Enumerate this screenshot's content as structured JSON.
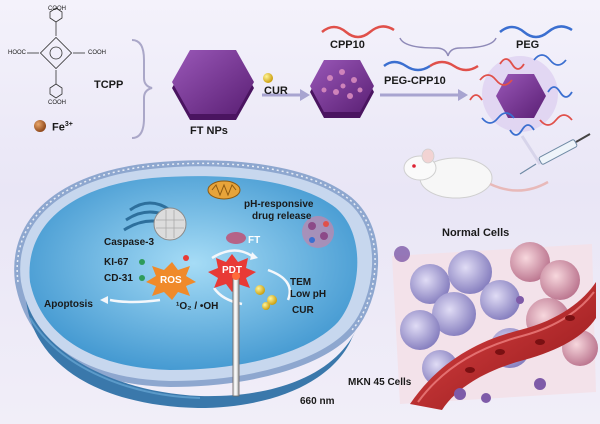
{
  "top": {
    "tcpp_label": "TCPP",
    "fe_label": "Fe",
    "fe_charge": "3+",
    "cooh_label": "COOH",
    "hooc_label": "HOOC",
    "ftnps_label": "FT NPs",
    "cur_label": "CUR",
    "cpp10_label": "CPP10",
    "peg_label": "PEG",
    "pegcpp10_label": "PEG-CPP10"
  },
  "cell": {
    "ph_label_line1": "pH-responsive",
    "ph_label_line2": "drug release",
    "ft_label": "FT",
    "pdt_label": "PDT",
    "ros_label": "ROS",
    "caspase_label": "Caspase-3",
    "ki67_label": "KI-67",
    "cd31_label": "CD-31",
    "apoptosis_label": "Apoptosis",
    "radical_label": "¹O₂ / •OH",
    "tem_label": "TEM",
    "lowph_label": "Low pH",
    "cur_label": "CUR",
    "wavelength_label": "660 nm"
  },
  "right": {
    "normal_cells_label": "Normal Cells",
    "mkn_label": "MKN 45 Cells"
  },
  "colors": {
    "hexagon": "#6a2a86",
    "cpp10": "#e0504a",
    "peg": "#3b6fd0",
    "cytoplasm": "#7ec3ea",
    "vessel": "#c0282c",
    "pdt": "#e83a36",
    "ros": "#f08a2a"
  }
}
